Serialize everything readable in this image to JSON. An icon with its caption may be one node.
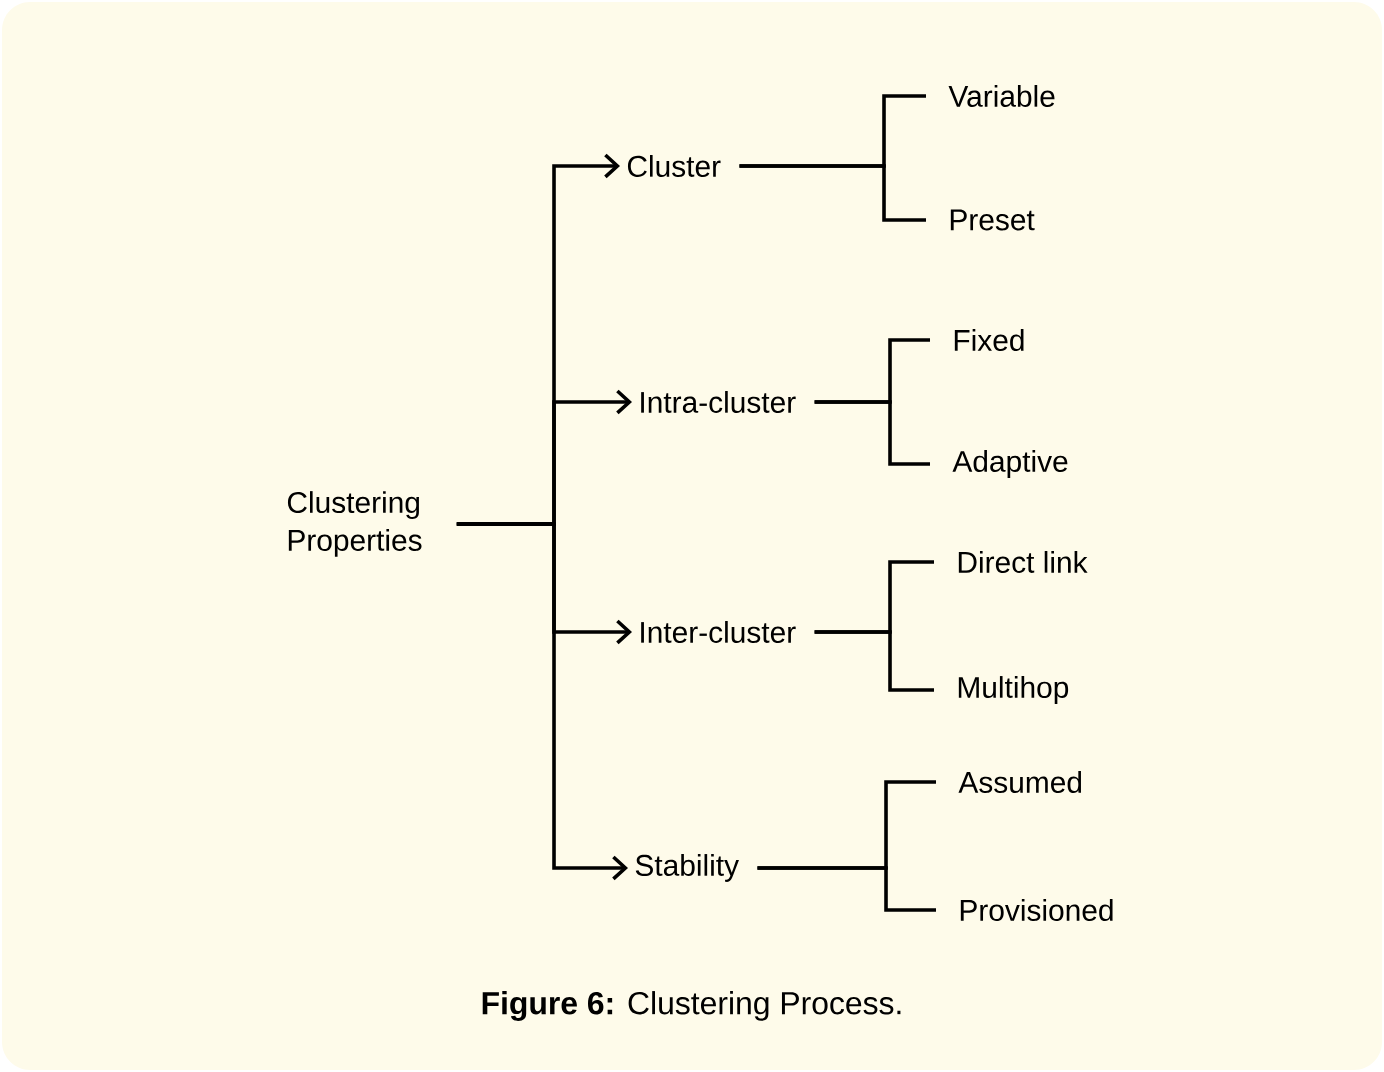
{
  "diagram": {
    "caption": "**Figure 6:** Clustering Process.",
    "nodes": [
      {
        "text": [
          "Clustering Properties"
        ]
      },
      {
        "text": [
          "Cluster"
        ]
      },
      {
        "text": [
          "Intra-cluster"
        ]
      },
      {
        "text": [
          "Inter-cluster"
        ]
      },
      {
        "text": [
          "Stability"
        ]
      },
      {
        "text": [
          "Variable"
        ]
      },
      {
        "text": [
          "Preset"
        ]
      },
      {
        "text": [
          "Fixed"
        ]
      },
      {
        "text": [
          "Adaptive"
        ]
      },
      {
        "text": [
          "Direct link"
        ]
      },
      {
        "text": [
          "Multihop"
        ]
      },
      {
        "text": [
          "Assumed"
        ]
      },
      {
        "text": [
          "Provisioned"
        ]
      }
    ],
    "edges": [
      {
        "from": 0,
        "to": 1,
        "arrow": "to"
      },
      {
        "from": 0,
        "to": 2,
        "arrow": "to"
      },
      {
        "from": 0,
        "to": 3,
        "arrow": "to"
      },
      {
        "from": 0,
        "to": 4,
        "arrow": "to"
      },
      {
        "from": 1,
        "to": 5,
        "arrow": "none"
      },
      {
        "from": 1,
        "to": 6,
        "arrow": "none"
      },
      {
        "from": 2,
        "to": 7,
        "arrow": "none"
      },
      {
        "from": 2,
        "to": 8,
        "arrow": "none"
      },
      {
        "from": 3,
        "to": 9,
        "arrow": "none"
      },
      {
        "from": 3,
        "to": 10,
        "arrow": "none"
      },
      {
        "from": 4,
        "to": 11,
        "arrow": "none"
      },
      {
        "from": 4,
        "to": 12,
        "arrow": "none"
      }
    ]
  }
}
